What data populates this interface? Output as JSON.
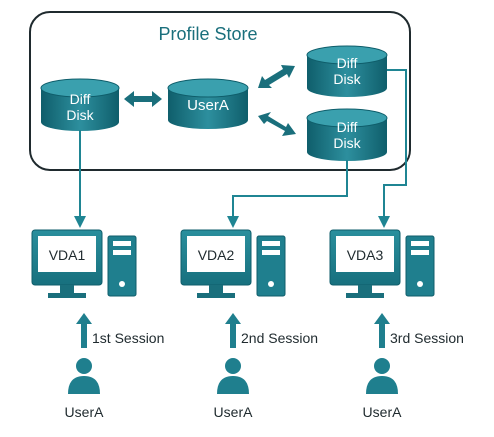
{
  "diagram": {
    "store_title": "Profile Store",
    "colors": {
      "teal": "#1f7f8e",
      "teal_dark": "#0f5e6b",
      "teal_light": "#3aa0ae",
      "store_fill": "#0f6a78",
      "white": "#ffffff",
      "text": "#1f2a2e"
    },
    "disks": {
      "left": {
        "line1": "Diff",
        "line2": "Disk"
      },
      "center": {
        "label": "UserA"
      },
      "top_right": {
        "line1": "Diff",
        "line2": "Disk"
      },
      "bottom_right": {
        "line1": "Diff",
        "line2": "Disk"
      }
    },
    "machines": [
      {
        "screen_label": "VDA1",
        "session_label": "1st Session",
        "user_label": "UserA"
      },
      {
        "screen_label": "VDA2",
        "session_label": "2nd Session",
        "user_label": "UserA"
      },
      {
        "screen_label": "VDA3",
        "session_label": "3rd Session",
        "user_label": "UserA"
      }
    ]
  }
}
